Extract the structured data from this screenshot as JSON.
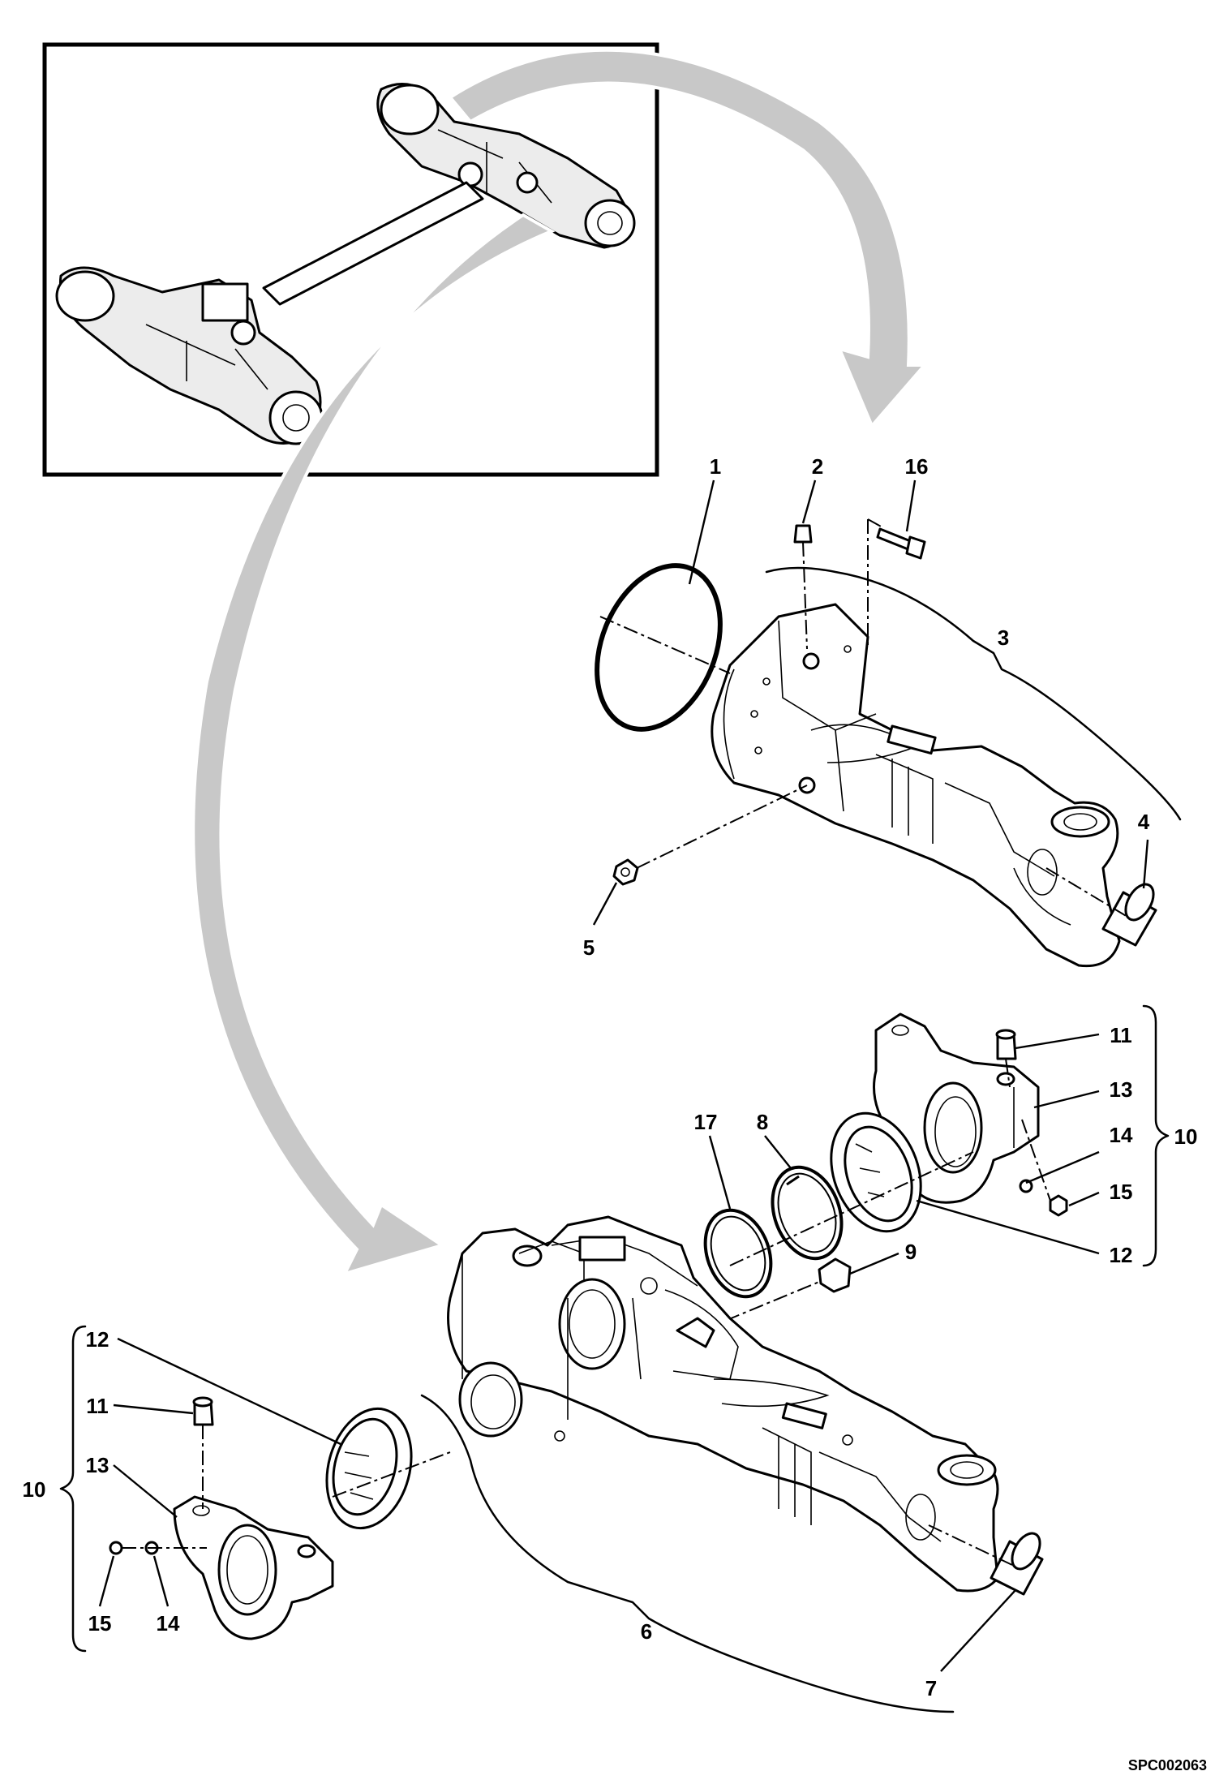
{
  "drawing_code": "SPC002063",
  "callouts": {
    "c1": "1",
    "c2": "2",
    "c16": "16",
    "c3": "3",
    "c4": "4",
    "c5": "5",
    "c11a": "11",
    "c13a": "13",
    "c10a": "10",
    "c14a": "14",
    "c15a": "15",
    "c12a": "12",
    "c17": "17",
    "c8": "8",
    "c9": "9",
    "c12b": "12",
    "c11b": "11",
    "c13b": "13",
    "c10b": "10",
    "c15b": "15",
    "c14b": "14",
    "c6": "6",
    "c7": "7"
  },
  "colors": {
    "line": "#000000",
    "arrow_fill": "#c8c8c8",
    "background": "#ffffff"
  }
}
